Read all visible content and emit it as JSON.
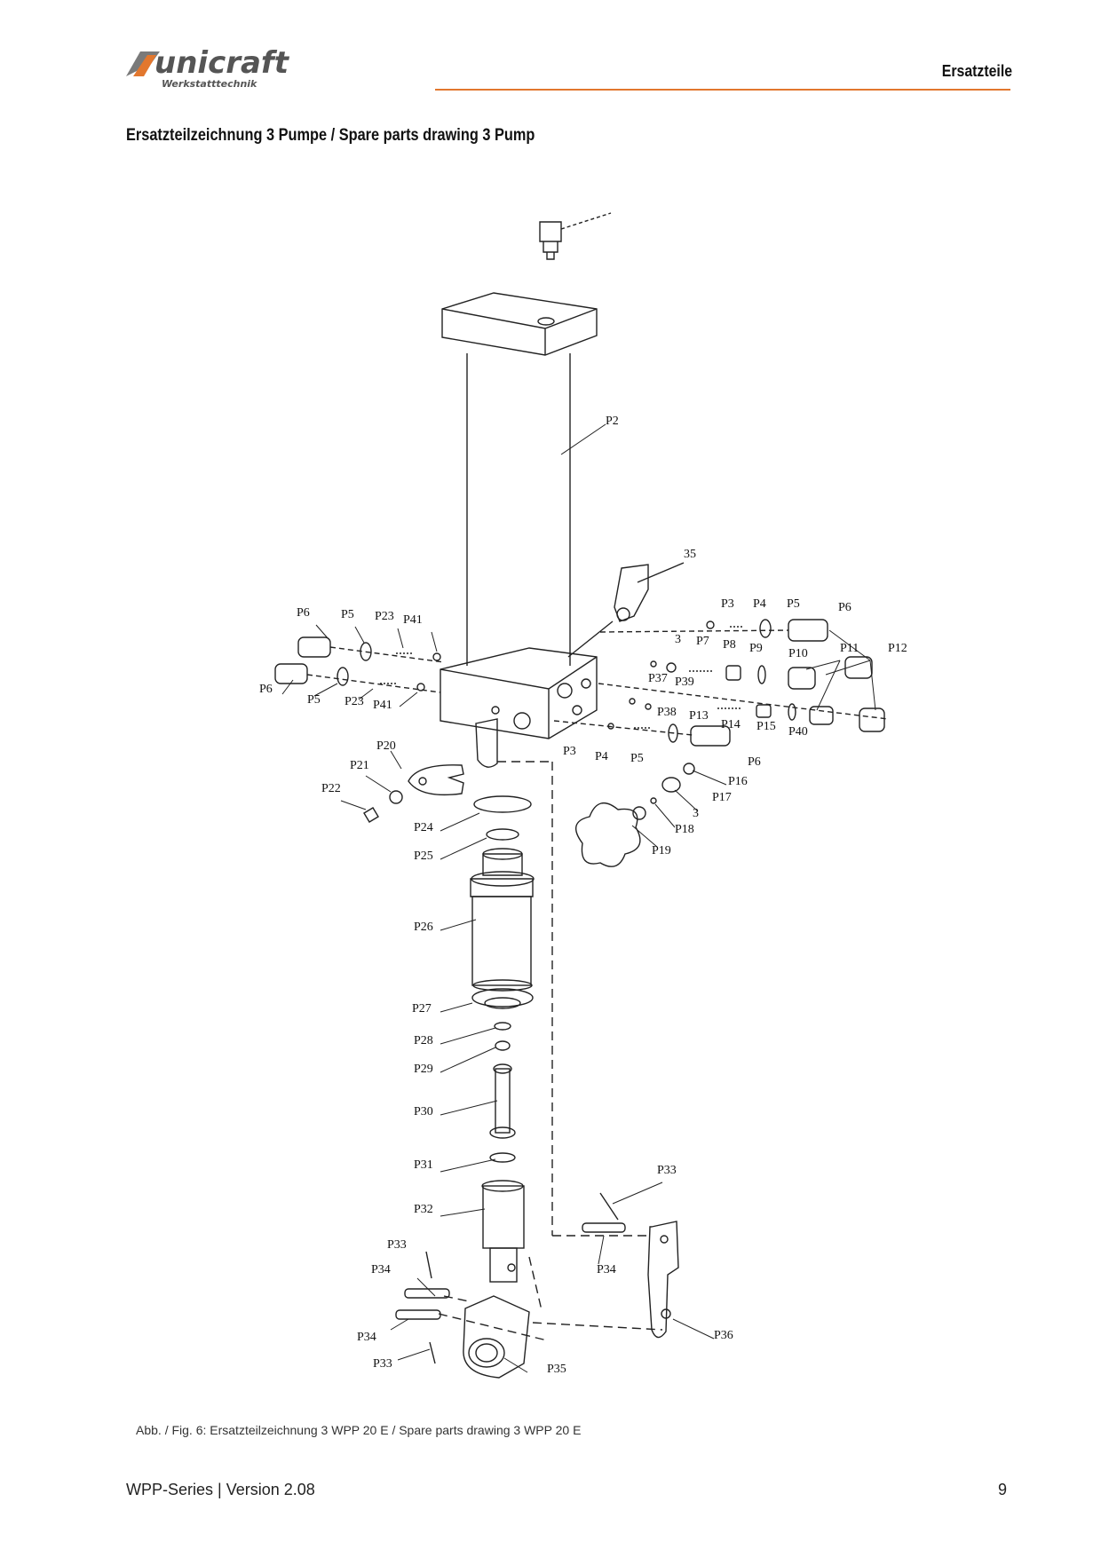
{
  "header": {
    "logo_text": "unicraft",
    "logo_subtext": "Werkstatttechnik",
    "section": "Ersatzteile",
    "accent_color": "#e2772e"
  },
  "title": "Ersatzteilzeichnung 3  Pumpe  /  Spare parts drawing 3  Pump",
  "drawing": {
    "labels": [
      "P2",
      "35",
      "P6",
      "P5",
      "P23",
      "P41",
      "P6",
      "P5",
      "P23",
      "P41",
      "P3",
      "P4",
      "P5",
      "P6",
      "3",
      "P7",
      "P8",
      "P9",
      "P10",
      "P11",
      "P12",
      "P37",
      "P39",
      "P38",
      "P13",
      "P14",
      "P15",
      "P40",
      "P3",
      "P4",
      "P5",
      "P6",
      "P20",
      "P21",
      "P22",
      "P16",
      "P17",
      "3",
      "P18",
      "P19",
      "P24",
      "P25",
      "P26",
      "P27",
      "P28",
      "P29",
      "P30",
      "P31",
      "P32",
      "P33",
      "P34",
      "P36",
      "P33",
      "P34",
      "P34",
      "P33",
      "P35"
    ]
  },
  "caption": "Abb. / Fig. 6: Ersatzteilzeichnung 3 WPP 20 E / Spare parts drawing 3 WPP 20 E",
  "footer": {
    "series": "WPP-Series | Version 2.08",
    "page_number": "9"
  }
}
